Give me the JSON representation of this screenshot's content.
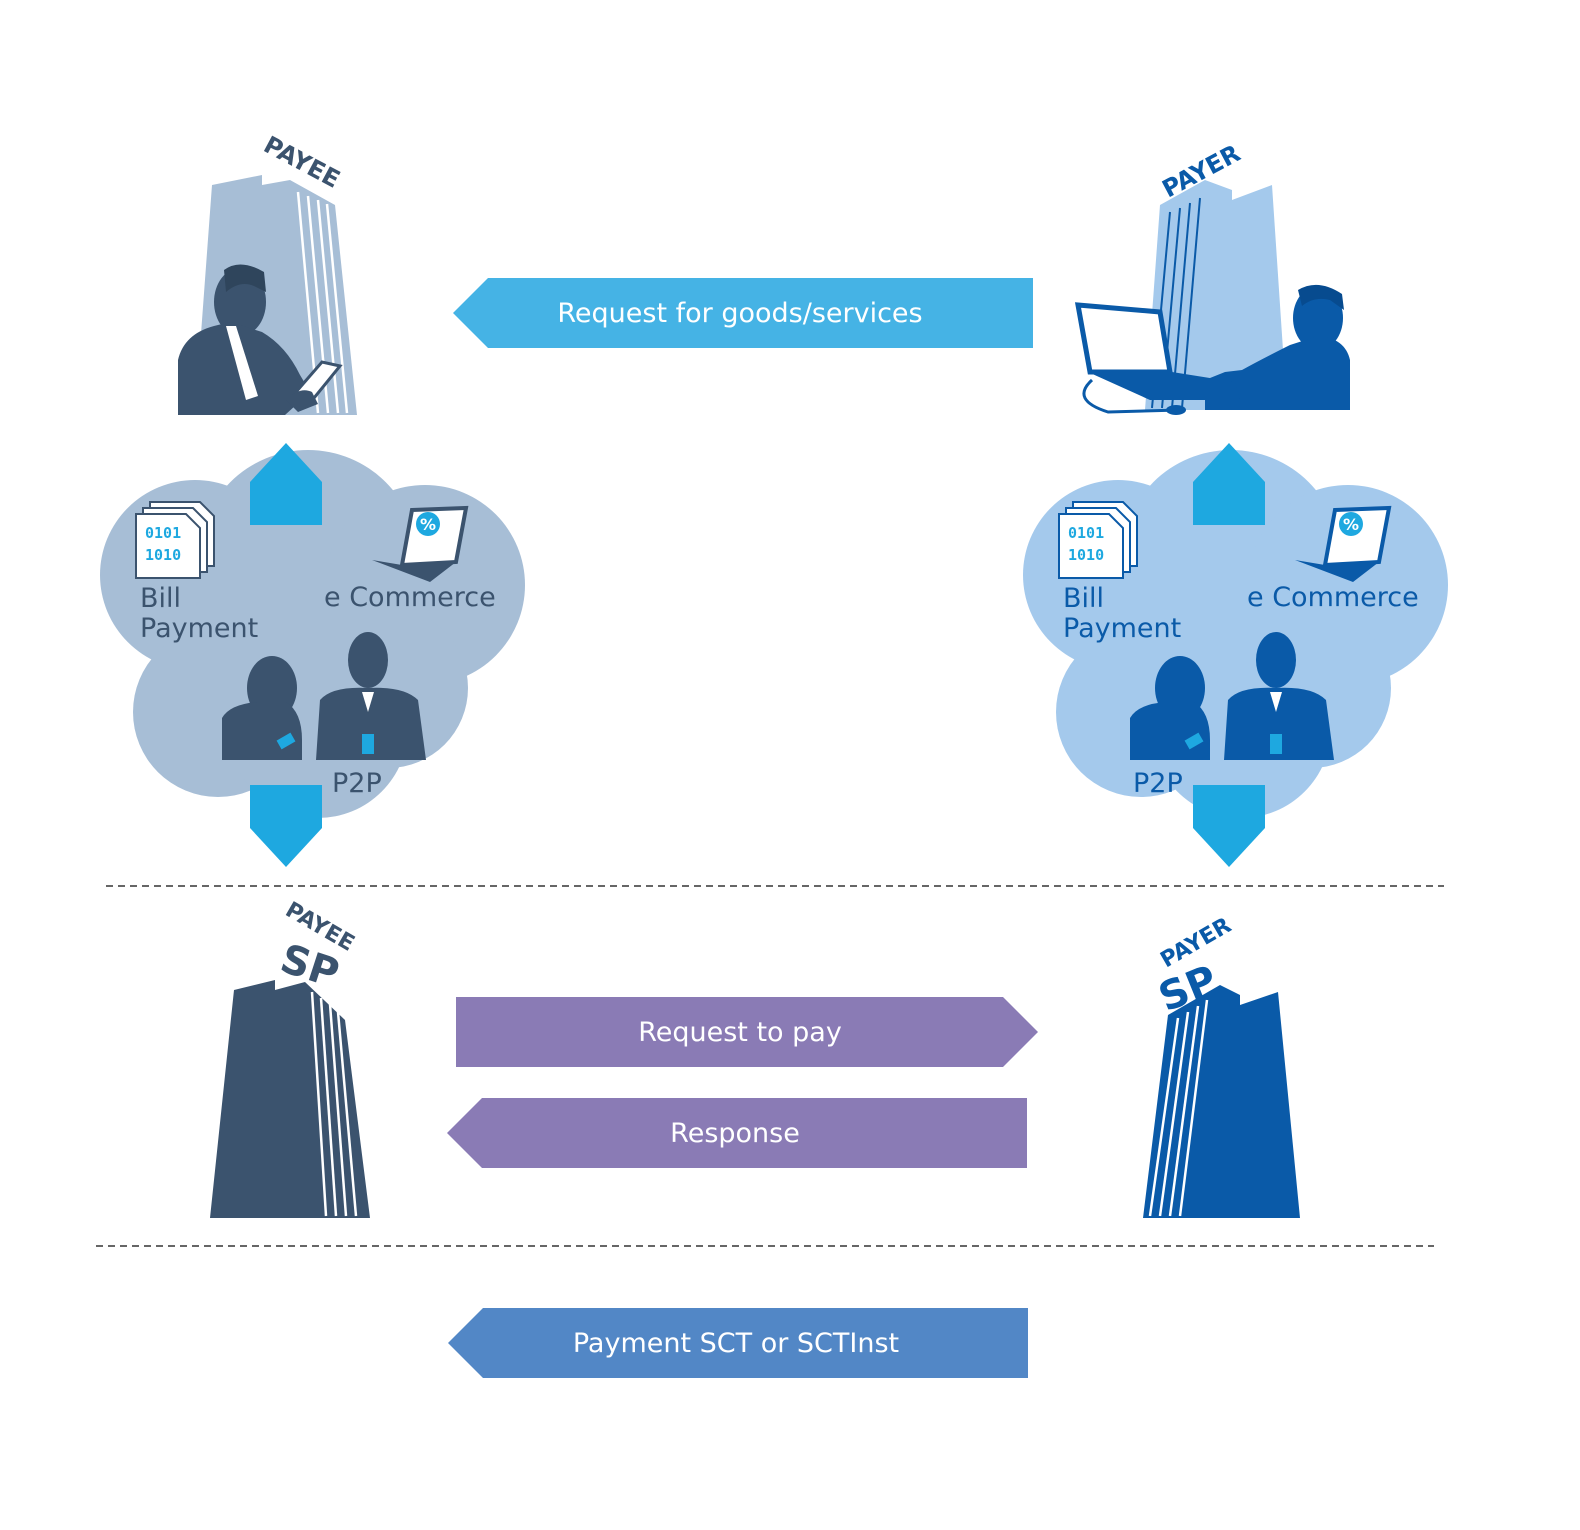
{
  "colors": {
    "payee_dark": "#3b536e",
    "payee_light": "#a7bed6",
    "payer_dark": "#0a5aa8",
    "payer_light": "#a4c9ec",
    "arrow_cyan": "#1ea8e0",
    "arrow_goods": "#45b3e5",
    "arrow_purple": "#8a7bb5",
    "arrow_payment": "#5287c6",
    "divider": "#666666"
  },
  "top_row": {
    "payee_label": "PAYEE",
    "payer_label": "PAYER",
    "goods_arrow_label": "Request for goods/services"
  },
  "payee_cloud": {
    "bill_label_1": "Bill",
    "bill_label_2": "Payment",
    "ecommerce_label": "e Commerce",
    "p2p_label": "P2P",
    "doc_line_1": "0101",
    "doc_line_2": "1010",
    "badge": "%"
  },
  "payer_cloud": {
    "bill_label_1": "Bill",
    "bill_label_2": "Payment",
    "ecommerce_label": "e Commerce",
    "p2p_label": "P2P",
    "doc_line_1": "0101",
    "doc_line_2": "1010",
    "badge": "%"
  },
  "sp_row": {
    "payee_label": "PAYEE",
    "payer_label": "PAYER",
    "sp_label": "SP",
    "request_to_pay_label": "Request to pay",
    "response_label": "Response"
  },
  "payment_row": {
    "payment_label": "Payment SCT or SCTInst"
  }
}
